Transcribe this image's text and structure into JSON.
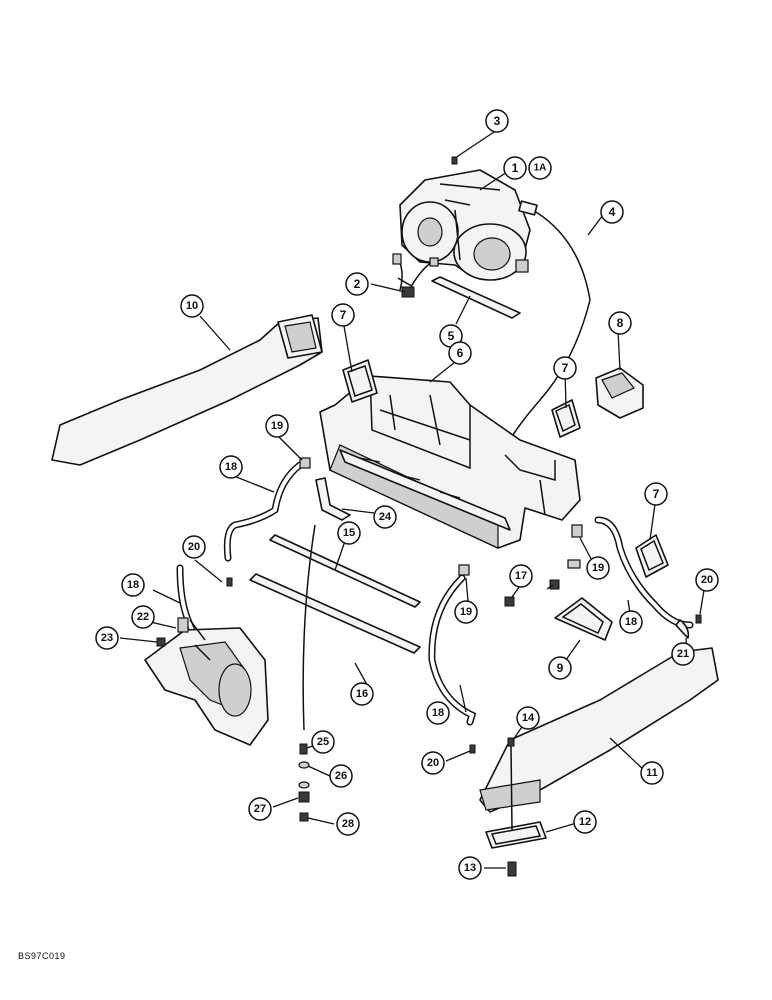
{
  "callouts": {
    "c1": "1",
    "c1a": "1A",
    "c2": "2",
    "c3": "3",
    "c4": "4",
    "c5": "5",
    "c6": "6",
    "c7a": "7",
    "c7b": "7",
    "c7c": "7",
    "c8": "8",
    "c9": "9",
    "c10": "10",
    "c11": "11",
    "c12": "12",
    "c13": "13",
    "c14": "14",
    "c15": "15",
    "c16": "16",
    "c17": "17",
    "c18a": "18",
    "c18b": "18",
    "c18c": "18",
    "c18d": "18",
    "c19a": "19",
    "c19b": "19",
    "c19c": "19",
    "c20a": "20",
    "c20b": "20",
    "c20c": "20",
    "c21": "21",
    "c22": "22",
    "c23": "23",
    "c24": "24",
    "c25": "25",
    "c26": "26",
    "c27": "27",
    "c28": "28"
  },
  "figure_code": "BS97C019"
}
